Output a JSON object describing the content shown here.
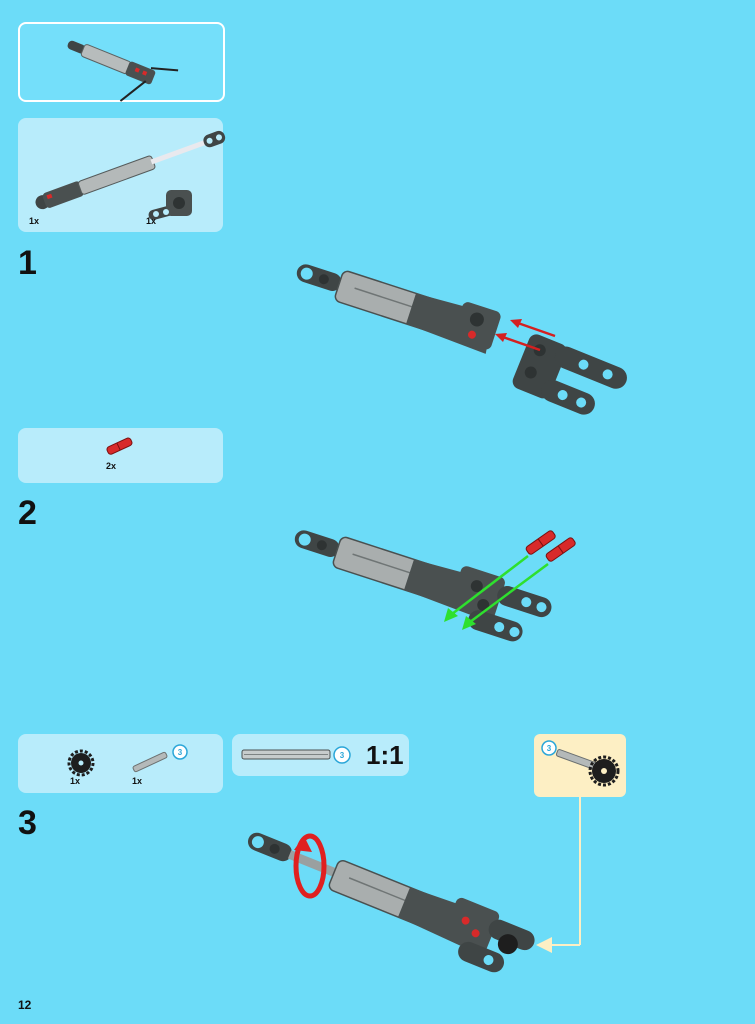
{
  "page_number": "12",
  "preview": {},
  "steps": [
    {
      "number": "1",
      "parts": [
        {
          "qty": "1x"
        },
        {
          "qty": "1x"
        }
      ]
    },
    {
      "number": "2",
      "parts": [
        {
          "qty": "2x"
        }
      ]
    },
    {
      "number": "3",
      "parts": [
        {
          "qty": "1x"
        },
        {
          "qty": "1x",
          "badge": "3"
        }
      ]
    }
  ],
  "scale": {
    "label": "1:1",
    "badge": "3"
  },
  "subassembly": {
    "badge": "3"
  },
  "colors": {
    "background": "#6cdcf8",
    "part_panel": "#b8ecfb",
    "sub_panel": "#fdefc4",
    "dark_part": "#4a5050",
    "red_pin": "#d82a2a",
    "arrow_red": "#d42020",
    "arrow_green": "#2ee02e"
  }
}
